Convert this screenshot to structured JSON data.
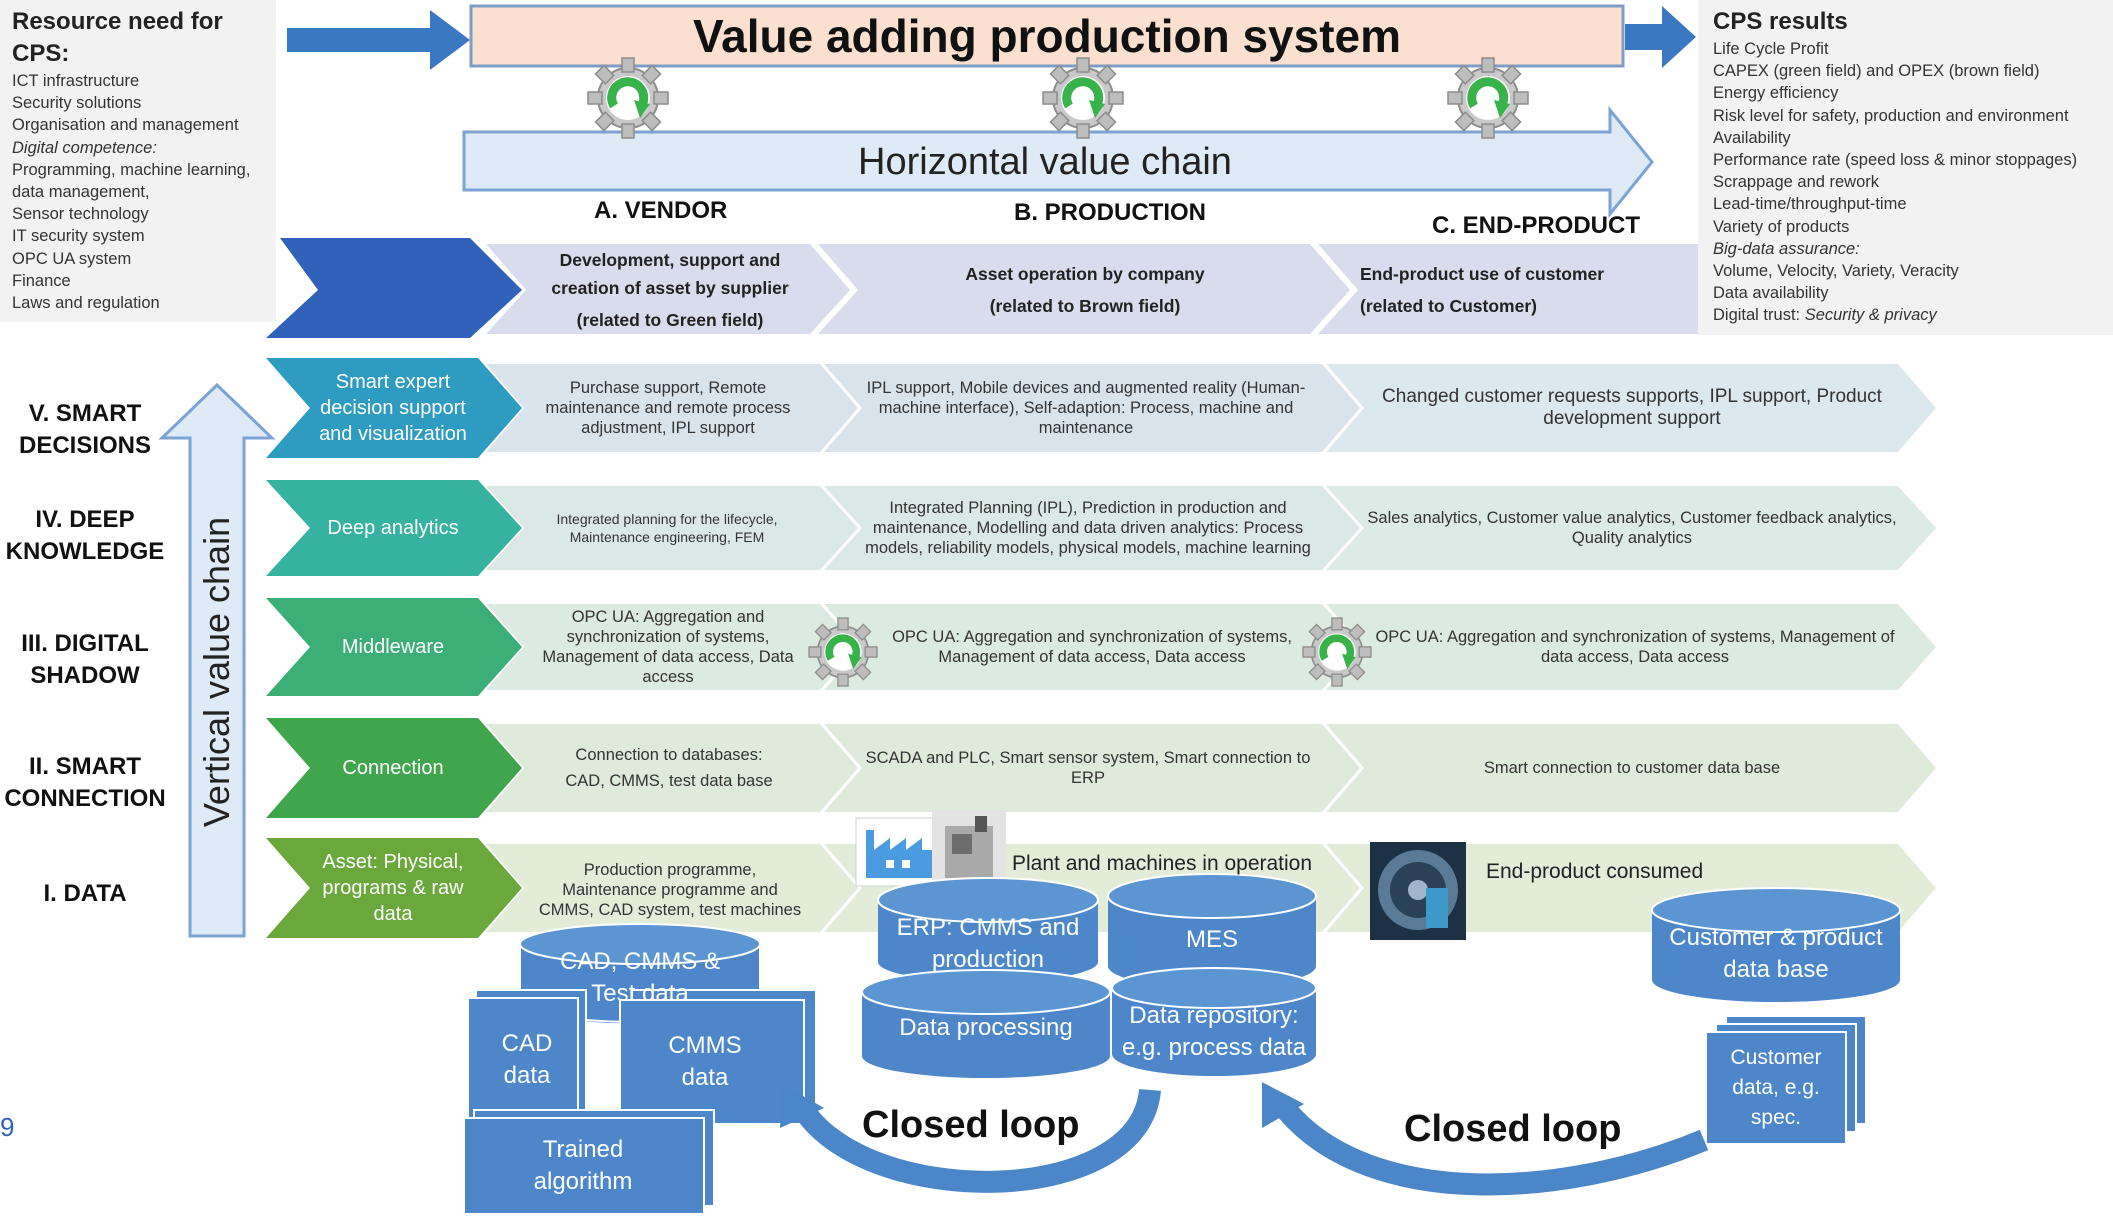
{
  "title": "Value adding production system",
  "horizontal_chain": "Horizontal value chain",
  "vertical_chain": "Vertical value chain",
  "page_number": "9",
  "resources": {
    "heading_line1": "Resource need for",
    "heading_line2": "CPS:",
    "items": [
      {
        "text": "ICT infrastructure",
        "italic": false
      },
      {
        "text": "Security solutions",
        "italic": false
      },
      {
        "text": "Organisation and management",
        "italic": false
      },
      {
        "text": "Digital competence:",
        "italic": true
      },
      {
        "text": "Programming, machine learning,",
        "italic": false
      },
      {
        "text": "data management,",
        "italic": false
      },
      {
        "text": "Sensor technology",
        "italic": false
      },
      {
        "text": "IT security system",
        "italic": false
      },
      {
        "text": "OPC UA system",
        "italic": false
      },
      {
        "text": "Finance",
        "italic": false
      },
      {
        "text": "Laws and regulation",
        "italic": false
      }
    ]
  },
  "results": {
    "heading": "CPS results",
    "items": [
      {
        "text": "Life Cycle Profit",
        "italic": false
      },
      {
        "text": "CAPEX (green field) and OPEX (brown field)",
        "italic": false
      },
      {
        "text": "Energy efficiency",
        "italic": false
      },
      {
        "text": "Risk level for safety, production and environment",
        "italic": false
      },
      {
        "text": "Availability",
        "italic": false
      },
      {
        "text": "Performance rate (speed loss & minor stoppages)",
        "italic": false
      },
      {
        "text": "Scrappage and rework",
        "italic": false
      },
      {
        "text": "Lead-time/throughput-time",
        "italic": false
      },
      {
        "text": "Variety of products",
        "italic": false
      },
      {
        "text": "Big-data assurance:",
        "italic": true
      },
      {
        "text": "Volume, Velocity, Variety, Veracity",
        "italic": false
      },
      {
        "text": "Data availability",
        "italic": false
      }
    ],
    "trust_prefix": "Digital trust: ",
    "trust_italic": "Security & privacy"
  },
  "stages": [
    {
      "header": "A. VENDOR",
      "line1": "Development, support and",
      "line2": "creation of asset by supplier",
      "line3": "(related to Green field)"
    },
    {
      "header": "B. PRODUCTION",
      "line1": "Asset operation by company",
      "line2": "(related to Brown field)"
    },
    {
      "header": "C. END-PRODUCT",
      "line1": "End-product use of customer",
      "line2": "(related to Customer)"
    }
  ],
  "levels": [
    {
      "line1": "V. SMART",
      "line2": "DECISIONS",
      "tier": "Smart expert decision support and visualization",
      "color": "#2e9bc0",
      "cells": [
        "Purchase support, Remote maintenance and remote process adjustment, IPL support",
        "IPL support, Mobile devices and augmented reality (Human-machine interface), Self-adaption: Process, machine and maintenance",
        "Changed customer requests supports, IPL support, Product development support"
      ]
    },
    {
      "line1": "IV. DEEP",
      "line2": "KNOWLEDGE",
      "tier": "Deep analytics",
      "color": "#35b3a0",
      "cells": [
        "Integrated planning for the lifecycle, Maintenance engineering, FEM",
        "Integrated Planning (IPL), Prediction in production and maintenance, Modelling and data driven analytics: Process models, reliability models, physical models, machine learning",
        "Sales analytics, Customer value analytics, Customer feedback analytics, Quality analytics"
      ]
    },
    {
      "line1": "III. DIGITAL",
      "line2": "SHADOW",
      "tier": "Middleware",
      "color": "#3cae78",
      "cells": [
        "OPC UA: Aggregation and synchronization of systems, Management of data access, Data access",
        "OPC UA: Aggregation and synchronization  of systems, Management of data access, Data access",
        "OPC UA: Aggregation and synchronization  of systems, Management of data access, Data access"
      ]
    },
    {
      "line1": "II. SMART",
      "line2": "CONNECTION",
      "tier": "Connection",
      "color": "#3fa64d",
      "cells": [
        "Connection to databases: CAD, CMMS, test data base",
        "SCADA and PLC, Smart sensor system, Smart connection to ERP",
        "Smart connection to customer data base"
      ]
    },
    {
      "line1": "I. DATA",
      "line2": "",
      "tier": "Asset: Physical, programs & raw data",
      "color": "#6aa83c",
      "cells": [
        "Production programme, Maintenance programme and CMMS, CAD system, test machines",
        "Plant and machines in operation",
        "End-product consumed"
      ]
    }
  ],
  "databases": {
    "cad_cmms_test": "CAD, CMMS & Test data",
    "cad_data": "CAD data",
    "cmms_data": "CMMS data",
    "trained_algorithm": "Trained algorithm",
    "erp": "ERP: CMMS and production",
    "data_processing": "Data processing",
    "mes": "MES",
    "data_repository": "Data repository: e.g. process data",
    "customer_db": "Customer & product data base",
    "customer_data": "Customer data, e.g. spec."
  },
  "closed_loop_left": "Closed loop",
  "closed_loop_right": "Closed loop",
  "colors": {
    "blue_arrow": "#3a78c2",
    "title_fill": "#fbe0d0",
    "light_arrow": "#deebf7",
    "stage_band": "#d7dbe9",
    "db_blue": "#4e87c9",
    "panel_grey": "#f2f2f2"
  },
  "icons": [
    "gear-refresh-icon",
    "factory-icon",
    "machine-photo-icon",
    "engine-photo-icon"
  ]
}
